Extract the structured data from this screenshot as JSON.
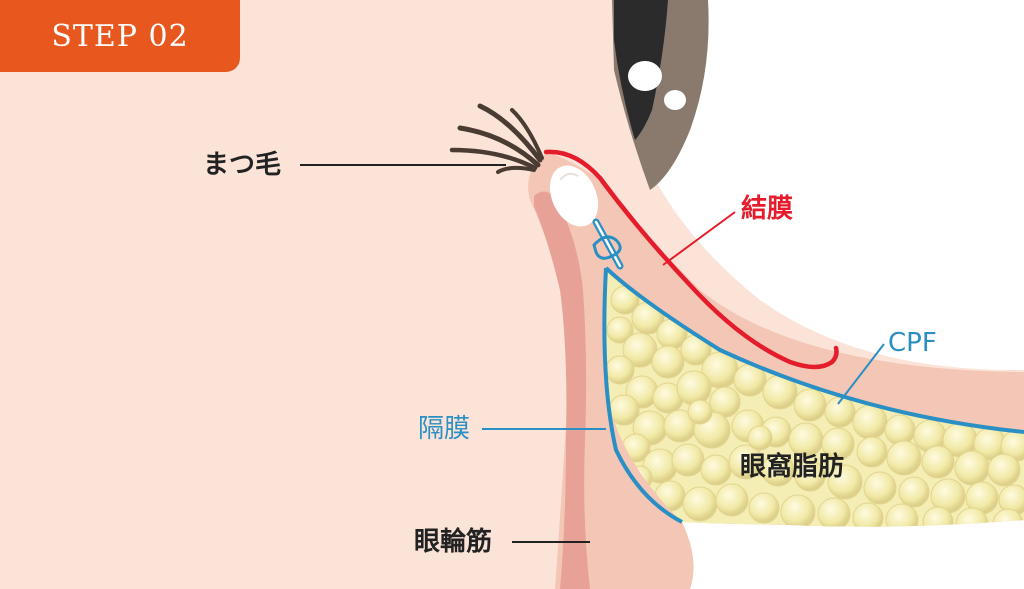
{
  "step_badge": {
    "text": "STEP 02"
  },
  "labels": {
    "eyelash": "まつ毛",
    "conjunctiva": "結膜",
    "cpf": "CPF",
    "septum": "隔膜",
    "orbital_fat": "眼窩脂肪",
    "orbicularis": "眼輪筋"
  },
  "colors": {
    "badge": "#e8571e",
    "skin": "#fbe3d8",
    "tissue": "#f4c6b5",
    "muscle": "#e8a197",
    "fat": "#f4edb4",
    "conjunctiva_line": "#e51c2c",
    "membrane_line": "#2a8fc4",
    "eyeball": "#ffffff",
    "iris": "#8a7a6e",
    "pupil": "#2b2b2b"
  }
}
